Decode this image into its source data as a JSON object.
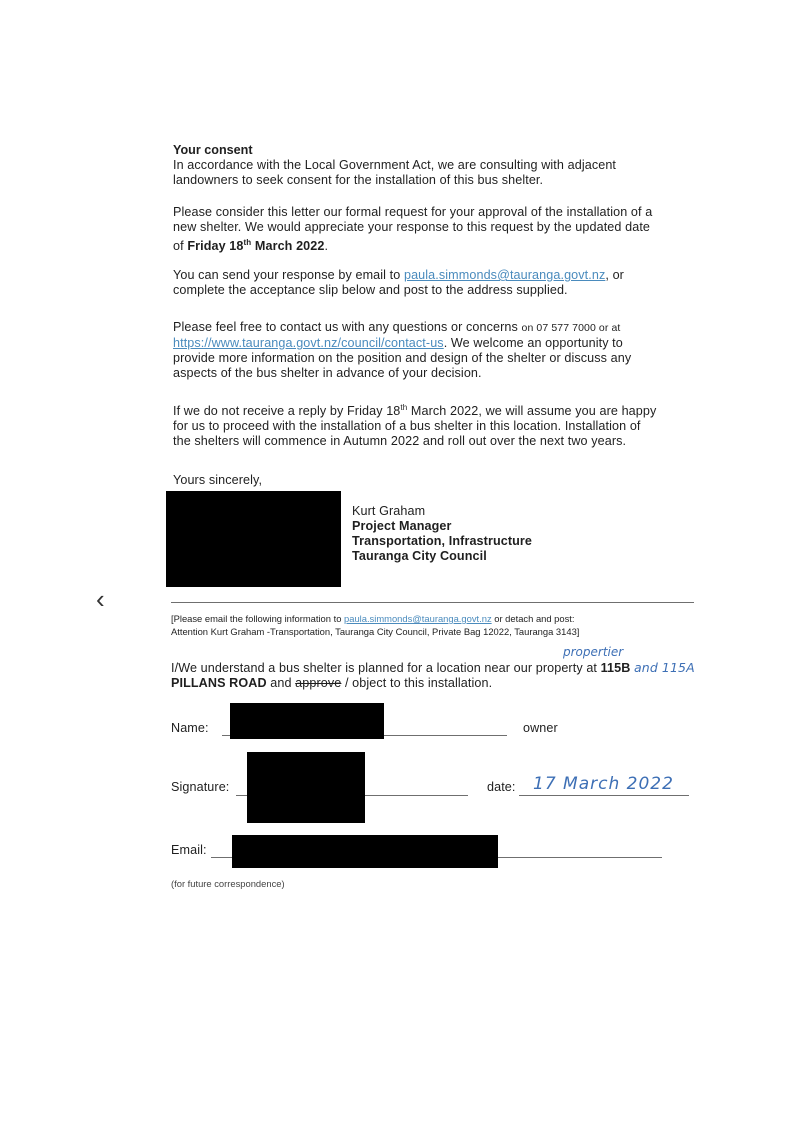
{
  "consent": {
    "heading": "Your consent",
    "p1_line1": "In accordance with the Local Government Act, we are consulting with adjacent",
    "p1_line2": "landowners to seek consent for the installation of this bus shelter.",
    "p2_line1": "Please consider this letter our formal request for your approval of the installation of a",
    "p2_line2": "new shelter. We would appreciate your response to this request by the updated date",
    "p2_line3_pre": "of ",
    "p2_date_a": "Friday 18",
    "p2_date_sup": "th",
    "p2_date_b": " March 2022",
    "p2_line3_post": ".",
    "p3_pre": "You can send your response by email to ",
    "p3_email": "paula.simmonds@tauranga.govt.nz",
    "p3_post": ", or",
    "p3_line2": "complete the acceptance slip below and post to the address supplied.",
    "p4_line1_pre": "Please feel free to contact us with any questions or concerns ",
    "p4_line1_small": "on 07 577 7000 or at",
    "p4_url": "https://www.tauranga.govt.nz/council/contact-us",
    "p4_line2_post": ". We welcome an opportunity to",
    "p4_line3": "provide more information on the position and design of the shelter or discuss any",
    "p4_line4": "aspects of the bus shelter in advance of your decision.",
    "p5_line1_pre": "If we do not receive a reply by Friday 18",
    "p5_line1_sup": "th",
    "p5_line1_post": " March 2022, we will assume you are happy",
    "p5_line2": "for us to proceed with the installation of a bus shelter in this location. Installation of",
    "p5_line3": "the shelters will commence in Autumn 2022 and roll out over the next two years."
  },
  "signoff": {
    "closing": "Yours sincerely,",
    "name": "Kurt Graham",
    "title1": "Project Manager",
    "title2": "Transportation, Infrastructure",
    "title3": "Tauranga City Council"
  },
  "nav": {
    "back_icon": "chevron-left-icon",
    "back_glyph": "‹"
  },
  "slip": {
    "instr1_pre": "[Please email the following information to ",
    "instr1_email": "paula.simmonds@tauranga.govt.nz",
    "instr1_post": " or detach and post:",
    "instr2": "Attention Kurt Graham -Transportation, Tauranga City Council, Private Bag 12022, Tauranga 3143]",
    "stmt1_pre": "I/We understand a bus shelter is planned for a location near our ",
    "stmt1_word": "property",
    "stmt1_at": " at ",
    "stmt1_num": "115B",
    "hand_insert_above": "propertier",
    "hand_addition": "and 115A",
    "stmt2_bold": "PILLANS ROAD",
    "stmt2_and": " and ",
    "stmt2_strike": "approve",
    "stmt2_post": " / object to this installation.",
    "name_label": "Name:",
    "owner_label": "owner",
    "signature_label": "Signature:",
    "date_label": "date:",
    "date_value": "17 March 2022",
    "email_label": "Email:",
    "future_note": "(for future correspondence)"
  }
}
